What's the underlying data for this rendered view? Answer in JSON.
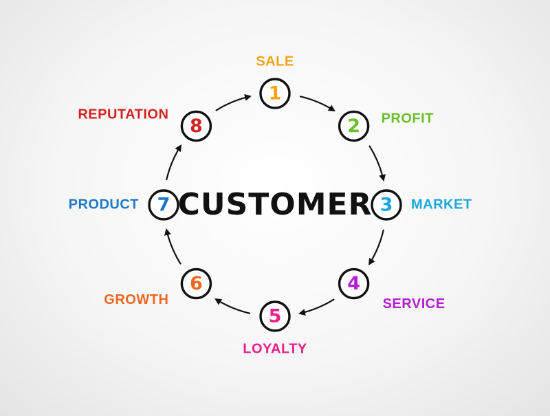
{
  "center": {
    "text": "CUSTOMER",
    "color": "#111111"
  },
  "nodes": [
    {
      "number": "1",
      "label": "SALE",
      "color": "#F5A31A"
    },
    {
      "number": "2",
      "label": "PROFIT",
      "color": "#6CBF2A"
    },
    {
      "number": "3",
      "label": "MARKET",
      "color": "#1BA8DE"
    },
    {
      "number": "4",
      "label": "SERVICE",
      "color": "#B41ED2"
    },
    {
      "number": "5",
      "label": "LOYALTY",
      "color": "#EC1E8C"
    },
    {
      "number": "6",
      "label": "GROWTH",
      "color": "#F0661E"
    },
    {
      "number": "7",
      "label": "PRODUCT",
      "color": "#1E78C8"
    },
    {
      "number": "8",
      "label": "REPUTATION",
      "color": "#D42020"
    }
  ],
  "style": {
    "ring_color": "#111111",
    "arrow_color": "#111111"
  }
}
